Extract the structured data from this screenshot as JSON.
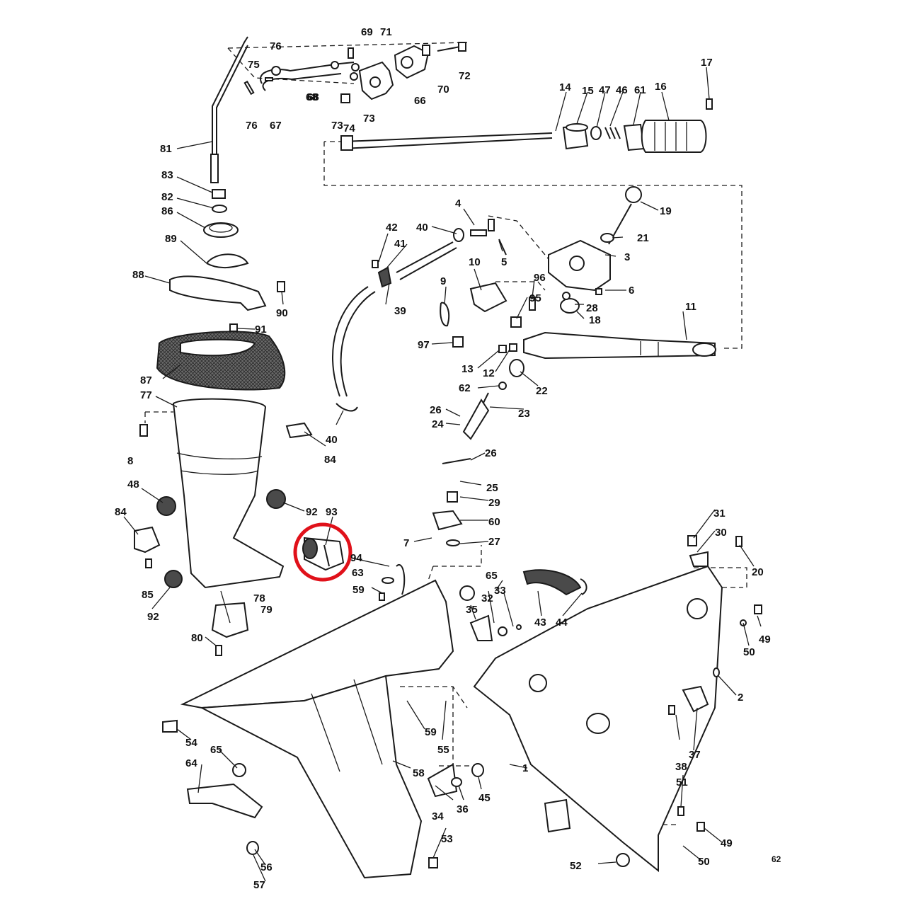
{
  "page_number": "62",
  "highlight": {
    "part": "93",
    "color": "#e0111a"
  },
  "ink_color": "#1a1a1a",
  "callouts": [
    "1",
    "2",
    "3",
    "4",
    "5",
    "6",
    "7",
    "8",
    "9",
    "10",
    "11",
    "12",
    "13",
    "14",
    "15",
    "16",
    "17",
    "18",
    "19",
    "20",
    "21",
    "22",
    "23",
    "24",
    "25",
    "26",
    "27",
    "28",
    "29",
    "30",
    "31",
    "32",
    "33",
    "34",
    "35",
    "36",
    "37",
    "38",
    "39",
    "40",
    "41",
    "42",
    "43",
    "44",
    "45",
    "46",
    "47",
    "48",
    "49",
    "50",
    "51",
    "52",
    "53",
    "54",
    "55",
    "56",
    "57",
    "58",
    "59",
    "60",
    "61",
    "62",
    "63",
    "64",
    "65",
    "66",
    "67",
    "68",
    "69",
    "70",
    "71",
    "72",
    "73",
    "74",
    "75",
    "76",
    "77",
    "78",
    "79",
    "80",
    "81",
    "82",
    "83",
    "84",
    "85",
    "86",
    "87",
    "88",
    "89",
    "90",
    "91",
    "92",
    "93",
    "94",
    "95",
    "96",
    "97"
  ]
}
